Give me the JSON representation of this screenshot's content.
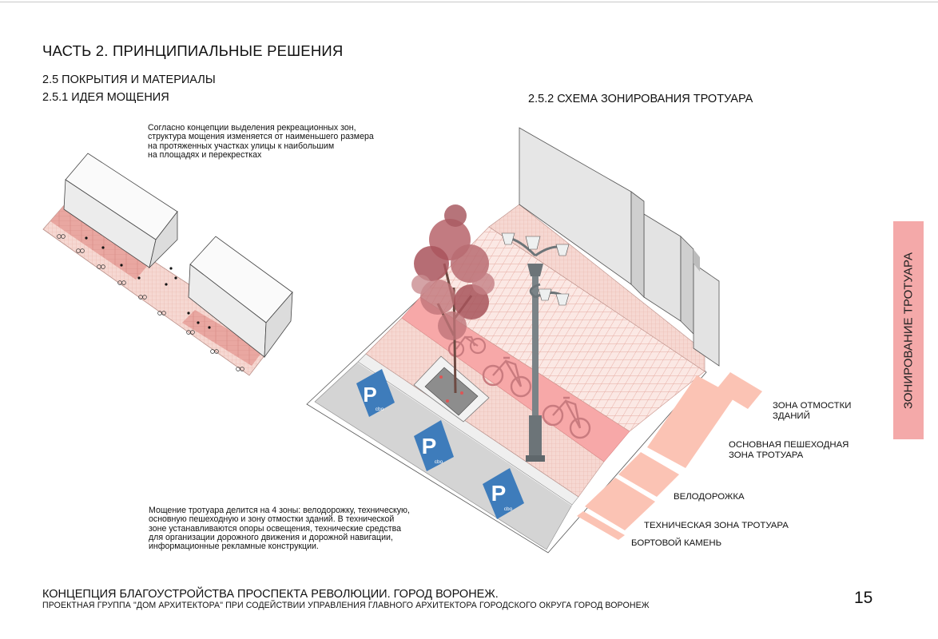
{
  "header": {
    "part_title": "ЧАСТЬ 2. ПРИНЦИПИАЛЬНЫЕ РЕШЕНИЯ",
    "section_title": "2.5 ПОКРЫТИЯ И МАТЕРИАЛЫ",
    "subsection_paving": "2.5.1 ИДЕЯ МОЩЕНИЯ",
    "subsection_zoning": "2.5.2 СХЕМА ЗОНИРОВАНИЯ ТРОТУАРА"
  },
  "paving_description": [
    "Согласно концепции выделения рекреационных зон,",
    "структура мощения изменяется от наименьшего размера",
    "на протяженных участках улицы к наибольшим",
    "на площадях и перекрестках"
  ],
  "zoning_description": [
    "Мощение тротуара делится на 4 зоны: велодорожку, техническую,",
    "основную пешеходную и зону отмостки зданий. В технической",
    "зоне устанавливаются опоры освещения, технические средства",
    "для организации дорожного движения и дорожной навигации,",
    "информационные рекламные конструкции."
  ],
  "zone_labels": {
    "building_line1": "ЗОНА ОТМОСТКИ",
    "building_line2": "ЗДАНИЙ",
    "pedestrian_line1": "ОСНОВНАЯ ПЕШЕХОДНАЯ",
    "pedestrian_line2": "ЗОНА ТРОТУАРА",
    "bike_lane": "ВЕЛОДОРОЖКА",
    "technical": "ТЕХНИЧЕСКАЯ ЗОНА ТРОТУАРА",
    "curb": "БОРТОВОЙ КАМЕНЬ"
  },
  "parking_sign": {
    "letter": "P",
    "sub": "cbo"
  },
  "side_tab": "ЗОНИРОВАНИЕ ТРОТУАРА",
  "footer": {
    "title": "КОНЦЕПЦИЯ БЛАГОУСТРОЙСТВА ПРОСПЕКТА РЕВОЛЮЦИИ. ГОРОД ВОРОНЕЖ.",
    "subtitle": "ПРОЕКТНАЯ ГРУППА \"ДОМ АРХИТЕКТОРА\" ПРИ СОДЕЙСТВИИ УПРАВЛЕНИЯ ГЛАВНОГО АРХИТЕКТОРА ГОРОДСКОГО ОКРУГА ГОРОД ВОРОНЕЖ",
    "page_number": "15"
  },
  "colors": {
    "bike_lane": "#f7a8a8",
    "paving_light": "#f6d8d2",
    "paving_grid": "#e8b6ae",
    "zone_strip": "#fbc3b4",
    "parking_blue": "#3e7cbb",
    "asphalt": "#d4d4d4",
    "side_tab": "#f4a9a9",
    "tree": "#b7646b"
  }
}
